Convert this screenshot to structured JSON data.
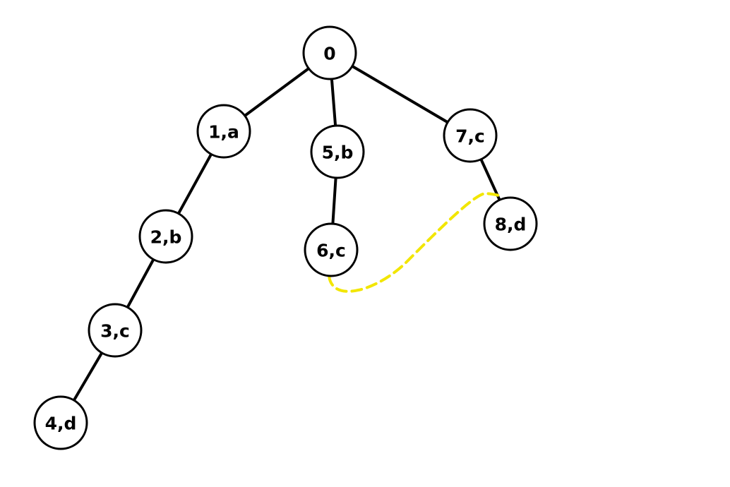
{
  "colors": {
    "background": "#ffffff",
    "node_stroke": "#000000",
    "edge": "#000000",
    "dashed_link": "#f2e600"
  },
  "nodes": [
    {
      "id": "0",
      "label": "0"
    },
    {
      "id": "1",
      "label": "1,a"
    },
    {
      "id": "2",
      "label": "2,b"
    },
    {
      "id": "3",
      "label": "3,c"
    },
    {
      "id": "4",
      "label": "4,d"
    },
    {
      "id": "5",
      "label": "5,b"
    },
    {
      "id": "6",
      "label": "6,c"
    },
    {
      "id": "7",
      "label": "7,c"
    },
    {
      "id": "8",
      "label": "8,d"
    }
  ],
  "edges": [
    {
      "from": "0",
      "to": "1"
    },
    {
      "from": "0",
      "to": "5"
    },
    {
      "from": "0",
      "to": "7"
    },
    {
      "from": "1",
      "to": "2"
    },
    {
      "from": "2",
      "to": "3"
    },
    {
      "from": "3",
      "to": "4"
    },
    {
      "from": "5",
      "to": "6"
    },
    {
      "from": "7",
      "to": "8"
    }
  ],
  "dashed_links": [
    {
      "from": "6",
      "to": "8",
      "style": "dashed"
    }
  ]
}
